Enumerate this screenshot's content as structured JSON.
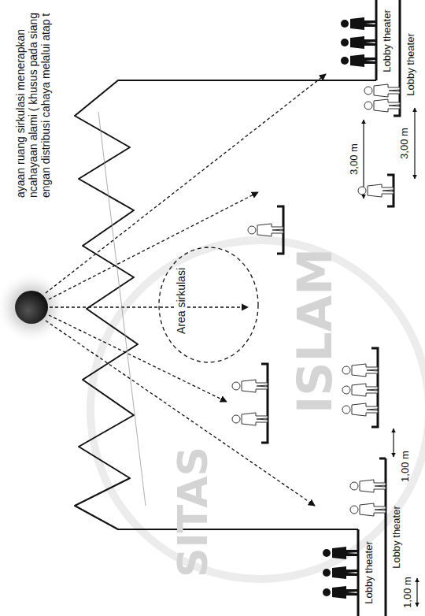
{
  "diagram": {
    "nodes": [
      {
        "text": [
          "Area sirkulasi"
        ]
      }
    ],
    "labels": [
      "ayaan ruang sirkulasi menerapkan ncahayaan alami ( khusus pada siang engan distribusi cahaya melalui atap t",
      "Lobby theater",
      "Lobby theater",
      "Lobby theater",
      "Lobby theater",
      "3,00 m",
      "3,00 m",
      "1,00 m",
      "1,00 m",
      "ISLAM",
      "SITAS"
    ]
  }
}
